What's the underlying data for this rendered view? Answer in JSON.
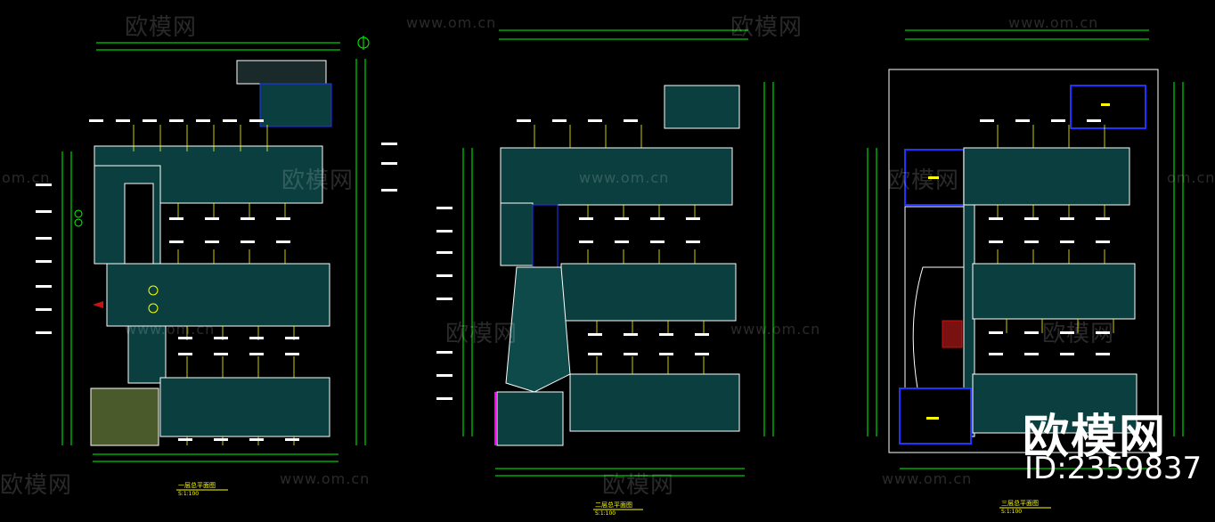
{
  "watermarks": {
    "brand_cn": "欧模网",
    "site_url": "www.om.cn",
    "site_url_short": "om.cn"
  },
  "branding": {
    "logo_text": "欧模网",
    "id_label": "ID:2359837"
  },
  "plans": [
    {
      "title": "一层总平面图",
      "subtitle": "S:1:100"
    },
    {
      "title": "二层总平面图",
      "subtitle": "S:1:100"
    },
    {
      "title": "三层总平面图",
      "subtitle": "S:1:100"
    }
  ],
  "colors": {
    "background": "#000000",
    "dimension": "#00ff00",
    "fill": "#0b3f3f",
    "outline": "#ffffff",
    "blue": "#2233ff",
    "yellow": "#ffff00",
    "magenta": "#ff00ff",
    "red": "#cc1111"
  }
}
